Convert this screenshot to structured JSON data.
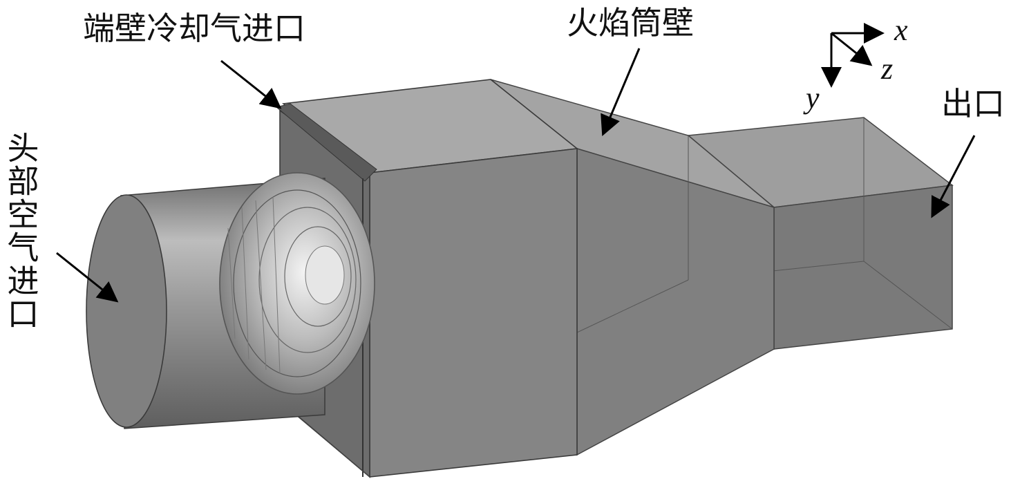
{
  "labels": {
    "end_wall_inlet": "端壁冷却气进口",
    "liner_wall": "火焰筒壁",
    "outlet": "出口",
    "head_air_inlet": "头部空气进口"
  },
  "axes": {
    "x": "x",
    "y": "y",
    "z": "z"
  },
  "colors": {
    "body_light": "#a9a9a9",
    "body_mid": "#8c8c8c",
    "body_dark": "#6f6f6f",
    "edge": "#3a3a3a",
    "text": "#111111"
  }
}
